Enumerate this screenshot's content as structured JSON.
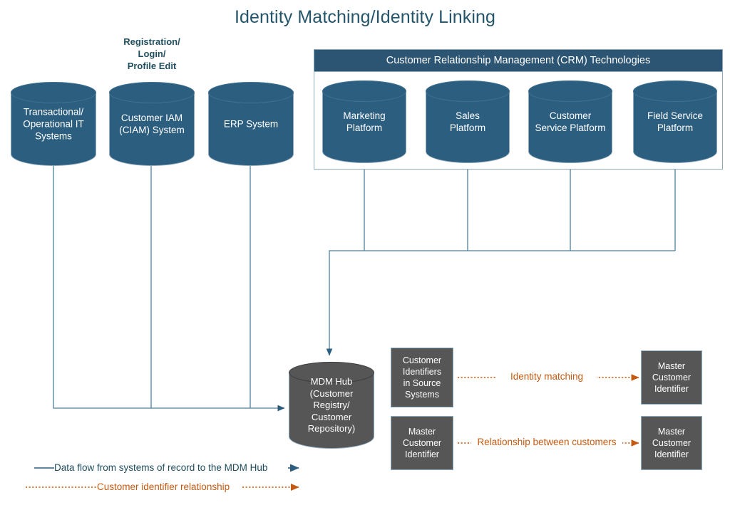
{
  "title": "Identity Matching/Identity Linking",
  "colors": {
    "cylinder_blue": "#2C5E80",
    "crm_header_blue": "#2C5573",
    "gray_box": "#565656",
    "flow_line_blue": "#3F7394",
    "relationship_orange": "#C45911",
    "title_text": "#24556B",
    "border_gray_blue": "#8FA9BC"
  },
  "captions": {
    "ciam_caption": "Registration/\nLogin/\nProfile Edit"
  },
  "source_systems": [
    {
      "label": "Transactional/\nOperational IT\nSystems"
    },
    {
      "label": "Customer IAM\n(CIAM) System"
    },
    {
      "label": "ERP System"
    }
  ],
  "crm": {
    "header": "Customer Relationship Management (CRM) Technologies",
    "platforms": [
      {
        "label": "Marketing\nPlatform"
      },
      {
        "label": "Sales\nPlatform"
      },
      {
        "label": "Customer\nService Platform"
      },
      {
        "label": "Field Service\nPlatform"
      }
    ]
  },
  "mdm_hub": {
    "label": "MDM Hub\n(Customer\nRegistry/\nCustomer\nRepository)"
  },
  "relationships": [
    {
      "source": "Customer\nIdentifiers\nin Source\nSystems",
      "connector": "Identity matching",
      "target": "Master\nCustomer\nIdentifier"
    },
    {
      "source": "Master\nCustomer\nIdentifier",
      "connector": "Relationship between customers",
      "target": "Master\nCustomer\nIdentifier"
    }
  ],
  "legend": [
    {
      "text": "Data flow from systems of record to the MDM Hub",
      "style": "solid-blue"
    },
    {
      "text": "Customer identifier relationship",
      "style": "dotted-orange"
    }
  ]
}
